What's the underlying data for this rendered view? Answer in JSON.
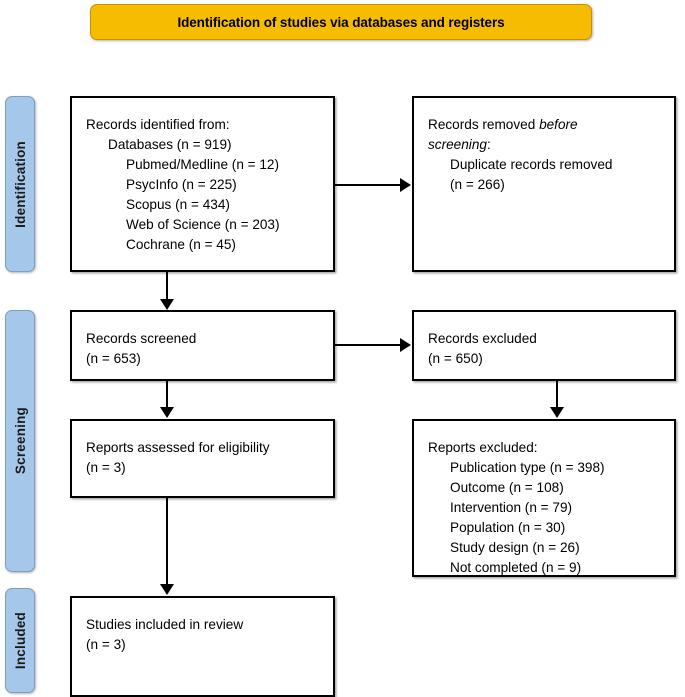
{
  "banner": {
    "title": "Identification of studies via databases and registers"
  },
  "phases": {
    "identification": "Identification",
    "screening": "Screening",
    "included": "Included"
  },
  "boxes": {
    "identified": {
      "l0": "Records identified from:",
      "l1": "Databases (n = 919)",
      "l2": "Pubmed/Medline (n = 12)",
      "l3": "PsycInfo (n = 225)",
      "l4": "Scopus (n = 434)",
      "l5": "Web of Science (n = 203)",
      "l6": "Cochrane (n = 45)"
    },
    "removed": {
      "l0a": "Records removed ",
      "l0b": "before",
      "l1a": "screening",
      "l1b": ":",
      "l2": "Duplicate records removed",
      "l3": "(n = 266)"
    },
    "screened": {
      "l0": "Records screened",
      "l1": "(n = 653)"
    },
    "records_excluded": {
      "l0": "Records excluded",
      "l1": "(n = 650)"
    },
    "eligibility": {
      "l0": "Reports assessed for eligibility",
      "l1": "(n = 3)"
    },
    "reports_excluded": {
      "l0": "Reports excluded:",
      "l1": "Publication type (n = 398)",
      "l2": "Outcome (n = 108)",
      "l3": "Intervention (n = 79)",
      "l4": "Population (n = 30)",
      "l5": "Study design (n = 26)",
      "l6": "Not completed (n = 9)"
    },
    "included_review": {
      "l0": "Studies included in review",
      "l1": "(n = 3)"
    }
  },
  "colors": {
    "banner_fill": "#f5bc00",
    "banner_border": "#c79100",
    "phase_fill": "#a5c8ea",
    "phase_border": "#7d9fc0",
    "box_border": "#000000",
    "text": "#000000"
  }
}
